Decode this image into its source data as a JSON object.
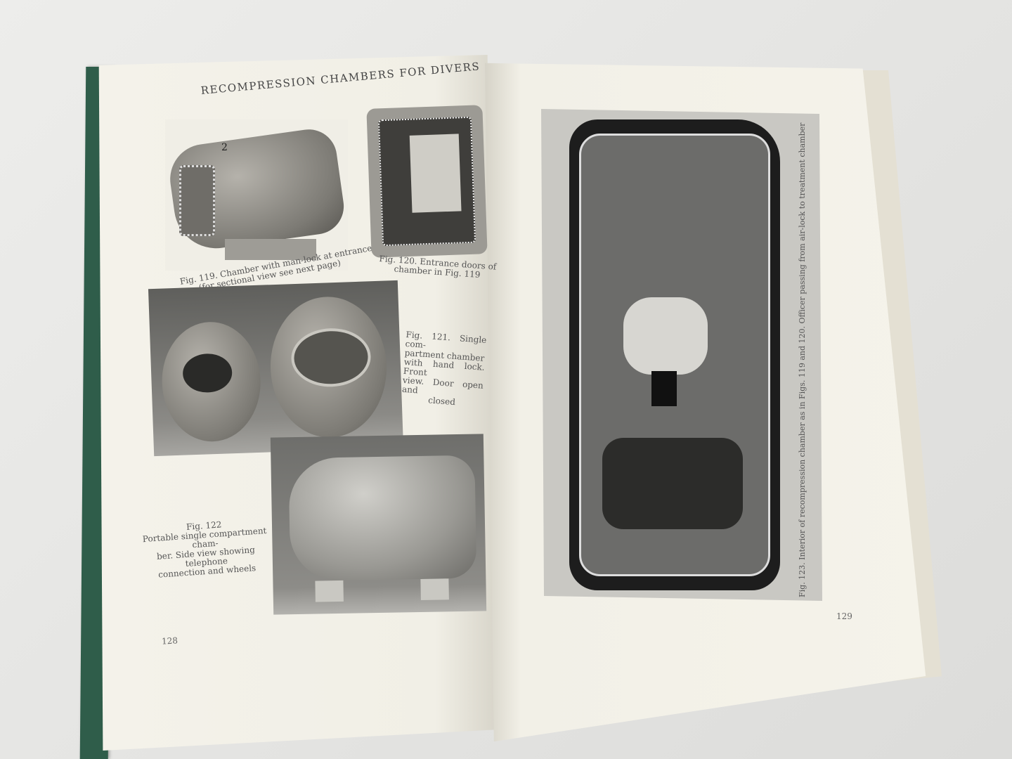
{
  "book": {
    "running_title": "RECOMPRESSION CHAMBERS FOR DIVERS",
    "left_page_number": "128",
    "right_page_number": "129"
  },
  "figures": [
    {
      "id": "fig119",
      "caption_line1": "Fig. 119. Chamber with man-lock at entrance",
      "caption_line2": "(for sectional view see next page)",
      "photo_label": "2"
    },
    {
      "id": "fig120",
      "caption_line1": "Fig. 120. Entrance doors of",
      "caption_line2": "chamber in Fig. 119"
    },
    {
      "id": "fig121",
      "caption_lines": [
        "Fig. 121. Single com-",
        "partment chamber",
        "with hand lock. Front",
        "view. Door open and",
        "closed"
      ]
    },
    {
      "id": "fig122",
      "caption_lines": [
        "Fig. 122",
        "Portable single compartment cham-",
        "ber. Side view showing telephone",
        "connection and wheels"
      ]
    },
    {
      "id": "fig123",
      "caption": "Fig. 123. Interior of recompression chamber as in Figs. 119 and 120. Officer passing from air-lock to treatment chamber"
    }
  ]
}
